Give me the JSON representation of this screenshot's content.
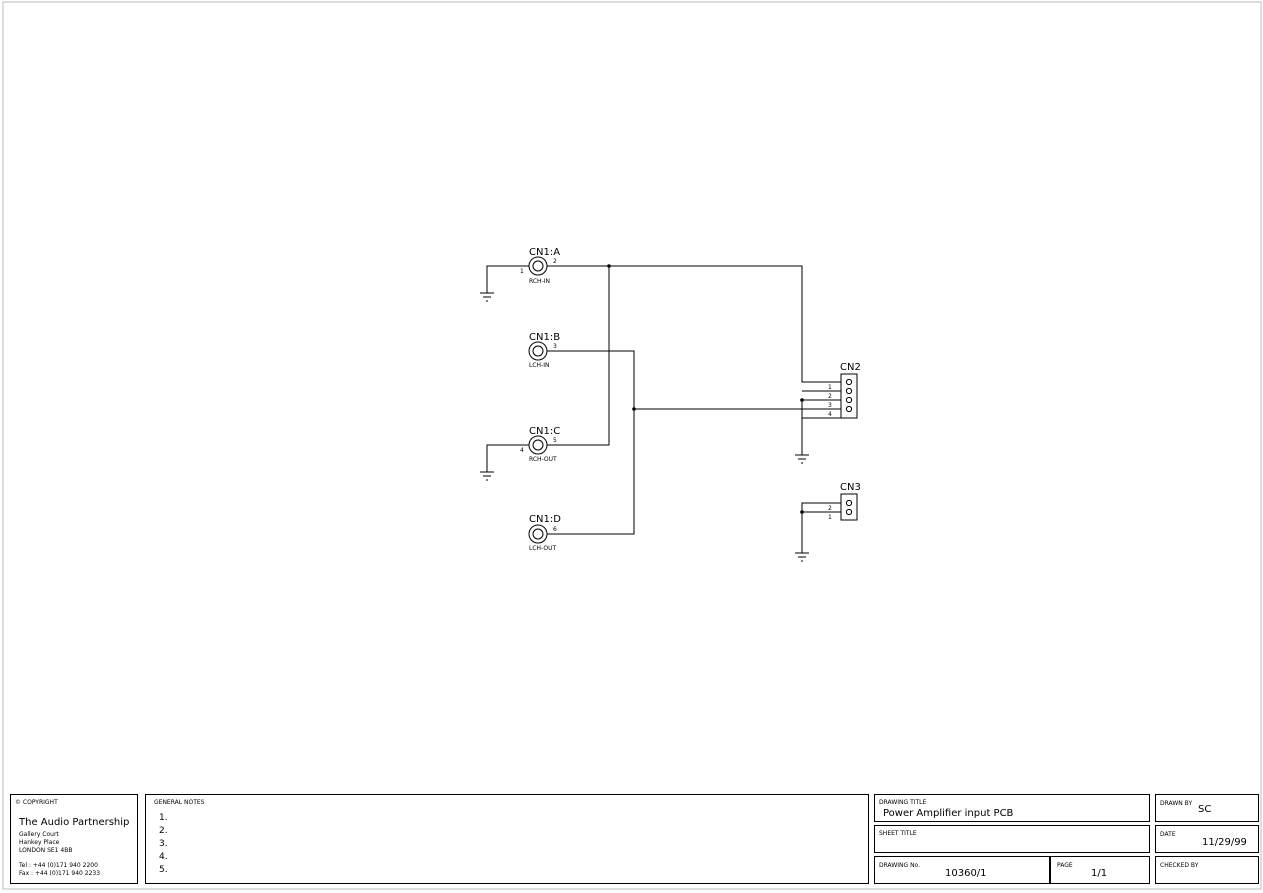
{
  "schematic": {
    "connectors": [
      {
        "ref": "CN1:A",
        "pin_left": "1",
        "pin_right": "2",
        "label": "RCH-IN"
      },
      {
        "ref": "CN1:B",
        "pin_right": "3",
        "label": "LCH-IN"
      },
      {
        "ref": "CN1:C",
        "pin_left": "4",
        "pin_right": "5",
        "label": "RCH-OUT"
      },
      {
        "ref": "CN1:D",
        "pin_right": "6",
        "label": "LCH-OUT"
      }
    ],
    "headers": [
      {
        "ref": "CN2",
        "pins": [
          "1",
          "2",
          "3",
          "4"
        ]
      },
      {
        "ref": "CN3",
        "pins": [
          "2",
          "1"
        ]
      }
    ]
  },
  "title_block": {
    "copyright_label": "© COPYRIGHT",
    "company": "The Audio Partnership",
    "address": [
      "Gallery Court",
      "Hankey Place",
      "LONDON SE1 4BB"
    ],
    "tel": "Tel : +44 (0)171 940 2200",
    "fax": "Fax : +44 (0)171 940 2233",
    "general_notes_label": "GENERAL NOTES",
    "notes": [
      "1.",
      "2.",
      "3.",
      "4.",
      "5."
    ],
    "drawing_title_label": "DRAWING TITLE",
    "drawing_title": "Power Amplifier input PCB",
    "sheet_title_label": "SHEET TITLE",
    "drawing_no_label": "DRAWING No.",
    "drawing_no": "10360/1",
    "page_label": "PAGE",
    "page": "1/1",
    "drawn_by_label": "DRAWN BY",
    "drawn_by": "SC",
    "date_label": "DATE",
    "date": "11/29/99",
    "checked_by_label": "CHECKED BY"
  }
}
